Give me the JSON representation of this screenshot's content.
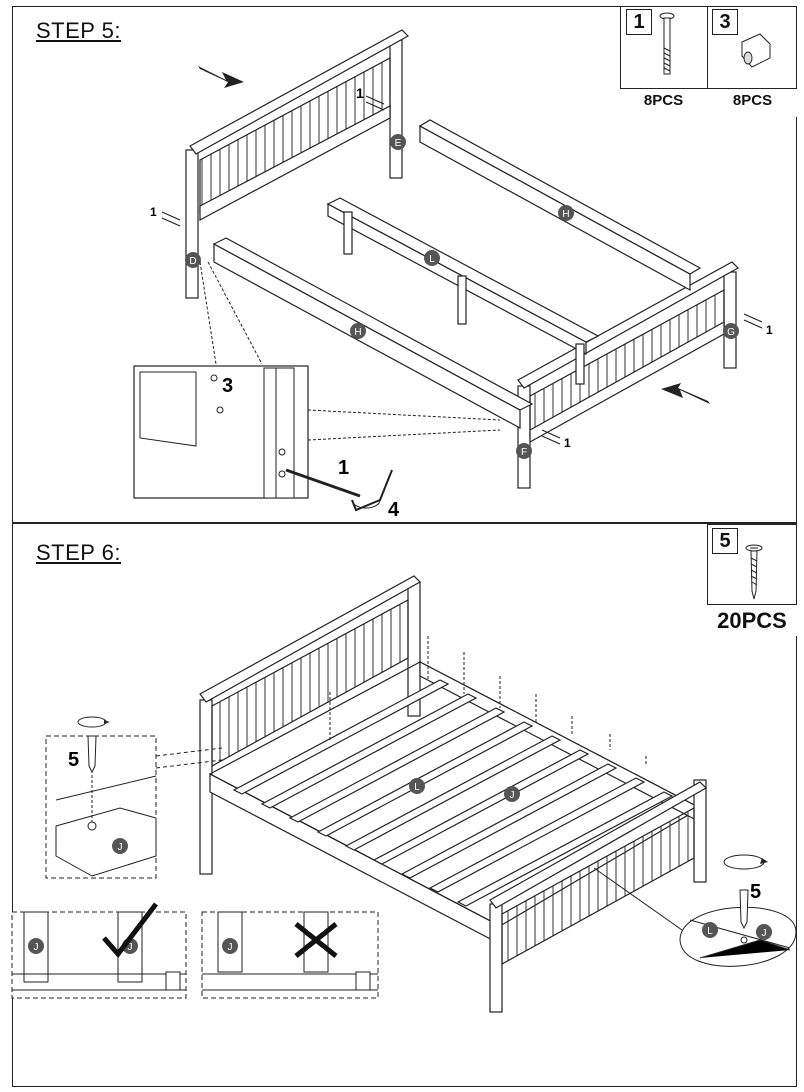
{
  "step5": {
    "title": "STEP 5:",
    "hardware": [
      {
        "id": "1",
        "count": "8PCS",
        "icon": "bolt-icon"
      },
      {
        "id": "3",
        "count": "8PCS",
        "icon": "barrel-nut-icon"
      }
    ],
    "part_labels": [
      "H",
      "L",
      "H",
      "E",
      "D",
      "G",
      "F"
    ],
    "callouts": {
      "bolt": "1",
      "nut": "3",
      "wrench": "4"
    }
  },
  "step6": {
    "title": "STEP 6:",
    "hardware": {
      "id": "5",
      "count": "20PCS",
      "icon": "screw-icon"
    },
    "part_labels": [
      "L",
      "J",
      "J",
      "L",
      "J"
    ],
    "callouts": {
      "screw": "5"
    },
    "examples": [
      {
        "part": "J",
        "result": "correct",
        "icon": "check-mark-icon"
      },
      {
        "part": "J",
        "result": "incorrect",
        "icon": "cross-mark-icon"
      }
    ]
  }
}
